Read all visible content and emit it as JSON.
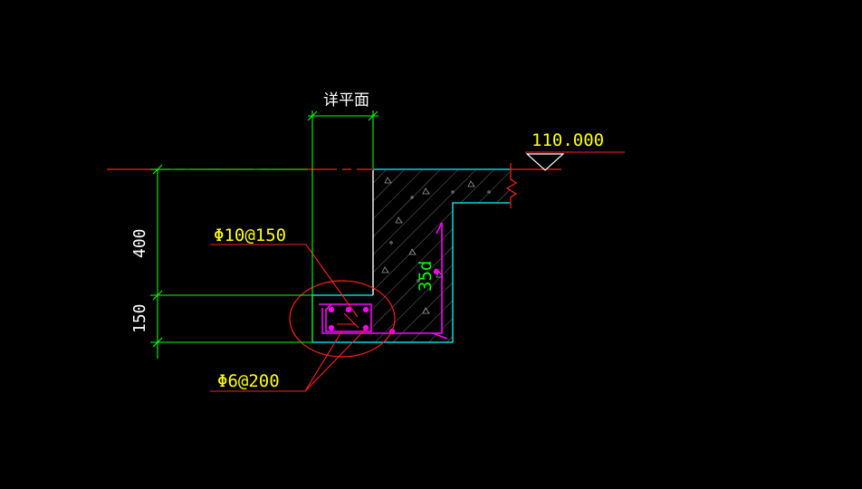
{
  "drawing": {
    "note_top": "详平面",
    "elevation": "110.000",
    "dim_upper": "400",
    "dim_lower": "150",
    "rebar_main": "Φ10@150",
    "rebar_stirrup": "Φ6@200",
    "anchorage": "35d"
  },
  "colors": {
    "background": "#000000",
    "dimension": "#00ff00",
    "label": "#ffff00",
    "leader": "#ff0000",
    "outline": "#00ffff",
    "rebar": "#ff00ff",
    "hatch": "#ffffff"
  }
}
